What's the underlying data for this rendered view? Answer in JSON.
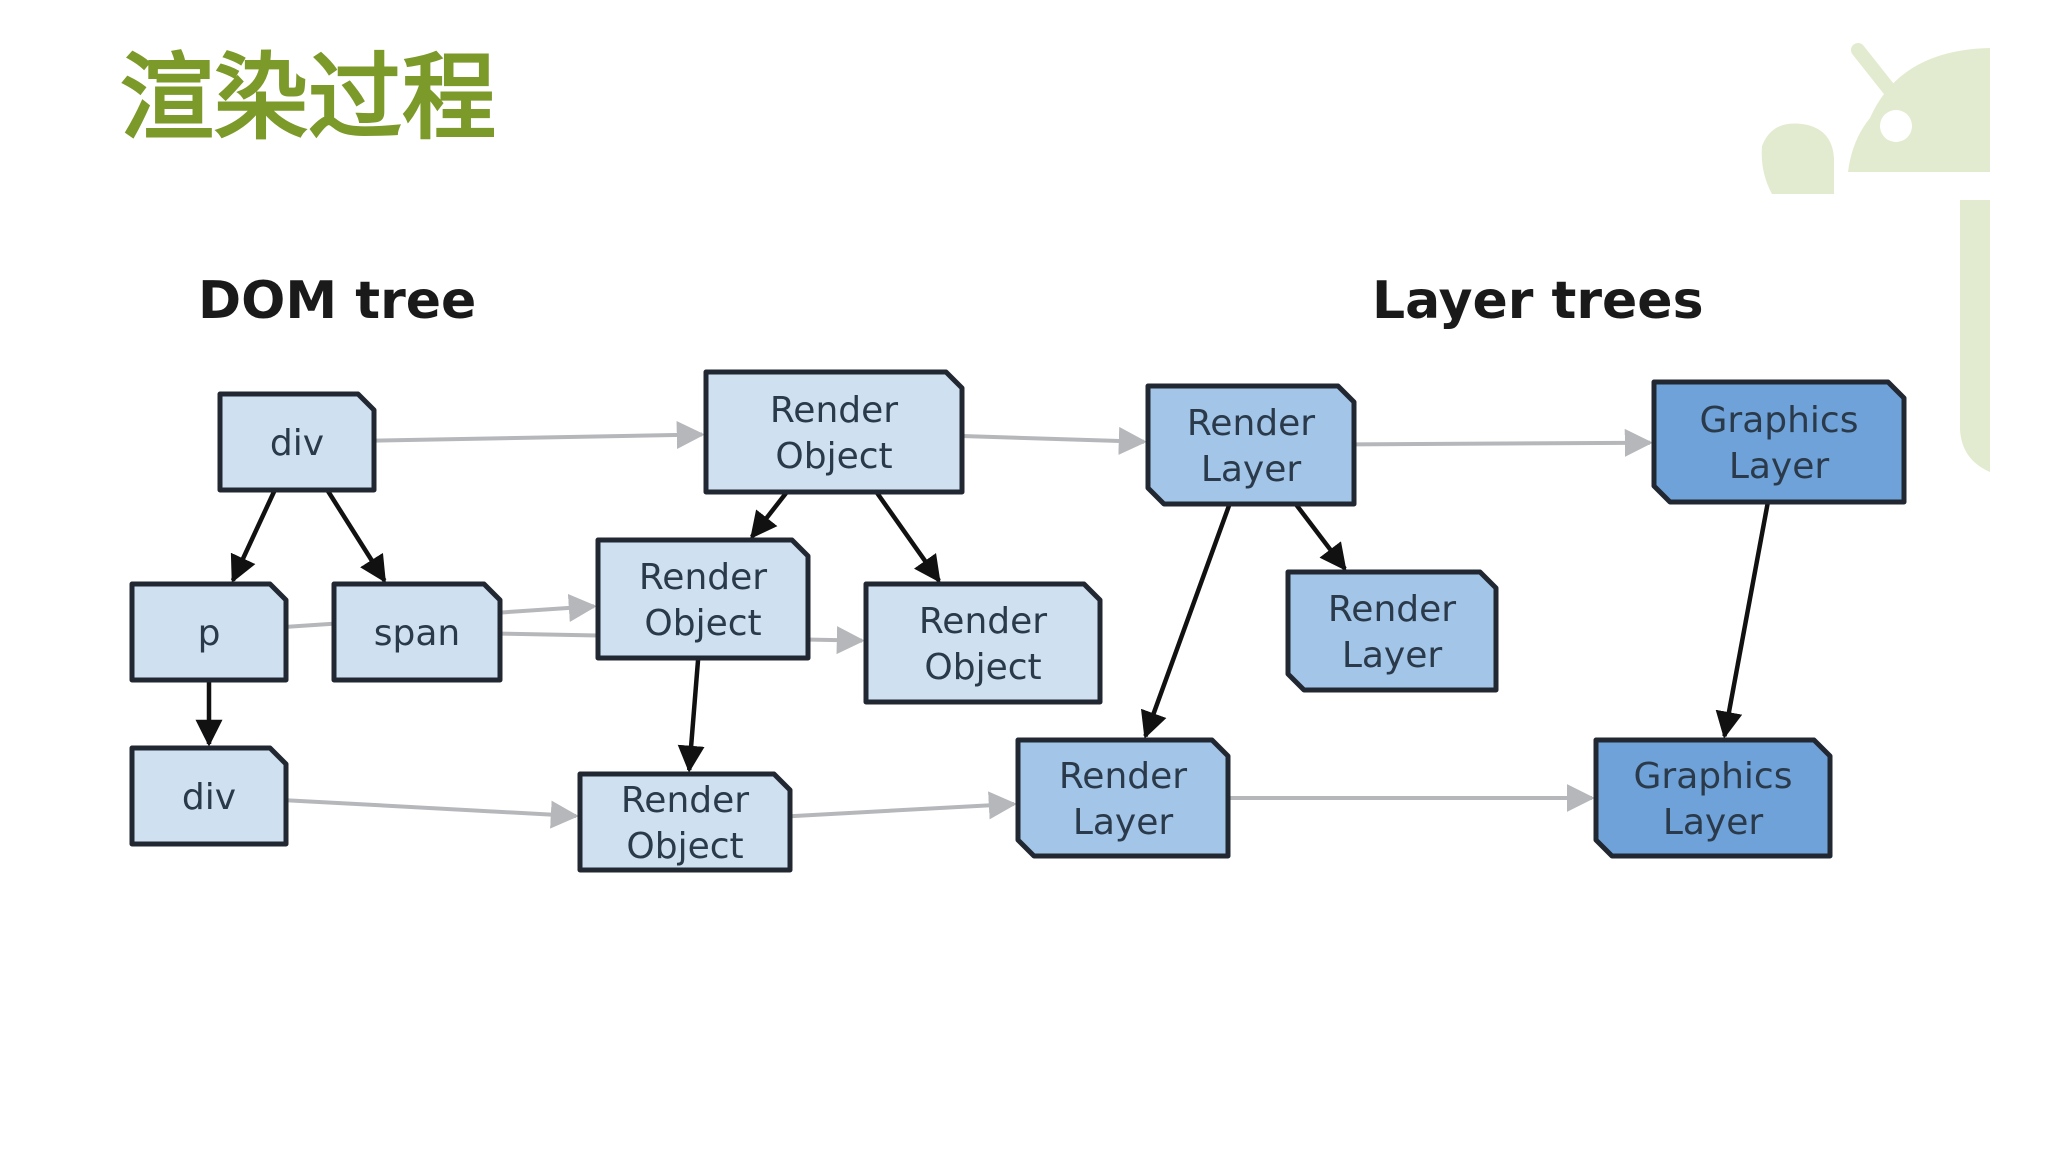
{
  "slide": {
    "title": "渲染过程",
    "title_color": "#7c9a2a",
    "logo": "android-robot-icon",
    "logo_color": "#e2ebcf"
  },
  "diagram": {
    "section_labels": {
      "dom_tree": "DOM tree",
      "layer_trees": "Layer trees"
    },
    "palette": {
      "dom_node": "#cfe0f1",
      "render_object": "#cfe0f1",
      "render_layer": "#a3c5e8",
      "graphics_layer": "#6fa2d8",
      "tree_edge": "#111111",
      "mapping_edge": "#b5b7ba"
    },
    "nodes": [
      {
        "id": "dom-div-root",
        "kind": "dom_node",
        "lines": [
          "div"
        ]
      },
      {
        "id": "dom-p",
        "kind": "dom_node",
        "lines": [
          "p"
        ]
      },
      {
        "id": "dom-span",
        "kind": "dom_node",
        "lines": [
          "span"
        ]
      },
      {
        "id": "dom-div-child",
        "kind": "dom_node",
        "lines": [
          "div"
        ]
      },
      {
        "id": "render-object-root",
        "kind": "render_object",
        "lines": [
          "Render",
          "Object"
        ]
      },
      {
        "id": "render-object-left",
        "kind": "render_object",
        "lines": [
          "Render",
          "Object"
        ]
      },
      {
        "id": "render-object-right",
        "kind": "render_object",
        "lines": [
          "Render",
          "Object"
        ]
      },
      {
        "id": "render-object-bottom",
        "kind": "render_object",
        "lines": [
          "Render",
          "Object"
        ]
      },
      {
        "id": "render-layer-root",
        "kind": "render_layer",
        "lines": [
          "Render",
          "Layer"
        ]
      },
      {
        "id": "render-layer-child",
        "kind": "render_layer",
        "lines": [
          "Render",
          "Layer"
        ]
      },
      {
        "id": "render-layer-bottom",
        "kind": "render_layer",
        "lines": [
          "Render",
          "Layer"
        ]
      },
      {
        "id": "graphics-layer-root",
        "kind": "graphics_layer",
        "lines": [
          "Graphics",
          "Layer"
        ]
      },
      {
        "id": "graphics-layer-bottom",
        "kind": "graphics_layer",
        "lines": [
          "Graphics",
          "Layer"
        ]
      }
    ],
    "edges": [
      {
        "from": "dom-div-root",
        "to": "dom-p",
        "kind": "tree"
      },
      {
        "from": "dom-div-root",
        "to": "dom-span",
        "kind": "tree"
      },
      {
        "from": "dom-p",
        "to": "dom-div-child",
        "kind": "tree"
      },
      {
        "from": "render-object-root",
        "to": "render-object-left",
        "kind": "tree"
      },
      {
        "from": "render-object-root",
        "to": "render-object-right",
        "kind": "tree"
      },
      {
        "from": "render-object-left",
        "to": "render-object-bottom",
        "kind": "tree"
      },
      {
        "from": "render-layer-root",
        "to": "render-layer-child",
        "kind": "tree"
      },
      {
        "from": "render-layer-root",
        "to": "render-layer-bottom",
        "kind": "tree"
      },
      {
        "from": "graphics-layer-root",
        "to": "graphics-layer-bottom",
        "kind": "tree"
      },
      {
        "from": "dom-div-root",
        "to": "render-object-root",
        "kind": "mapping"
      },
      {
        "from": "dom-p",
        "to": "render-object-left",
        "kind": "mapping"
      },
      {
        "from": "dom-span",
        "to": "render-object-right",
        "kind": "mapping"
      },
      {
        "from": "dom-div-child",
        "to": "render-object-bottom",
        "kind": "mapping"
      },
      {
        "from": "render-object-root",
        "to": "render-layer-root",
        "kind": "mapping"
      },
      {
        "from": "render-object-bottom",
        "to": "render-layer-bottom",
        "kind": "mapping"
      },
      {
        "from": "render-layer-root",
        "to": "graphics-layer-root",
        "kind": "mapping"
      },
      {
        "from": "render-layer-bottom",
        "to": "graphics-layer-bottom",
        "kind": "mapping"
      }
    ]
  }
}
